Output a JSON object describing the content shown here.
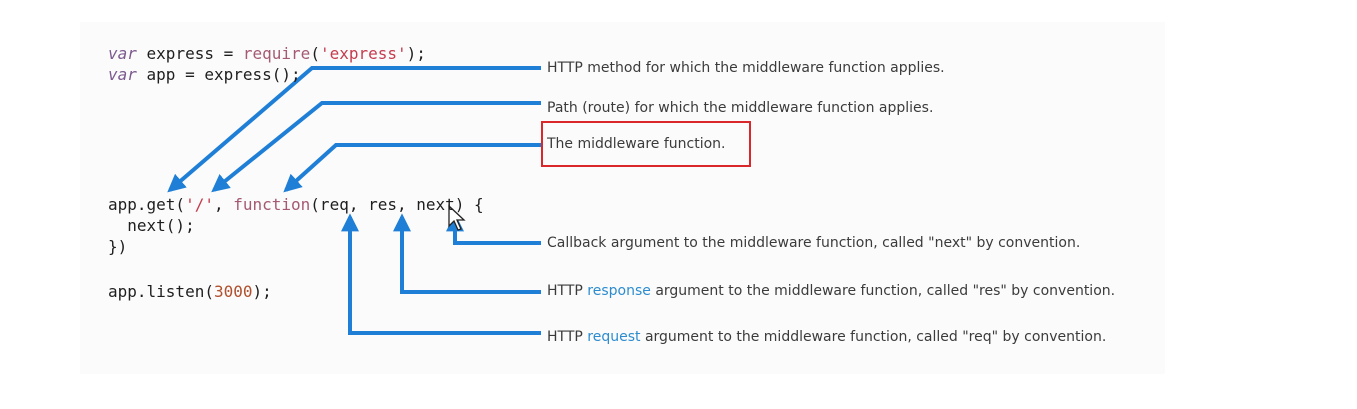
{
  "code": {
    "line1": {
      "kw": "var",
      "ident": " express = ",
      "fn": "require",
      "open": "(",
      "str": "'express'",
      "close": ");"
    },
    "line2": {
      "kw": "var",
      "ident": " app = ",
      "call": "express();"
    },
    "line3": {
      "a": "app.get(",
      "str": "'/'",
      "b": ", ",
      "fn": "function",
      "c": "(req, res, next) {"
    },
    "line4": {
      "text": "  next();"
    },
    "line5": {
      "text": "})"
    },
    "line6": {
      "a": "app.listen(",
      "num": "3000",
      "b": ");"
    }
  },
  "annotations": {
    "method": "HTTP method for which the middleware function applies.",
    "path": "Path (route) for which the middleware function applies.",
    "middleware": "The middleware function.",
    "next": "Callback argument to the middleware function, called \"next\" by convention.",
    "res": {
      "prefix": "HTTP ",
      "link": "response",
      "suffix": " argument to the middleware function, called \"res\" by convention."
    },
    "req": {
      "prefix": "HTTP ",
      "link": "request",
      "suffix": " argument to the middleware function, called \"req\" by convention."
    }
  },
  "colors": {
    "arrow": "#1f7fd6",
    "highlight_box": "#d9272c",
    "link_text": "#2d8ccf"
  }
}
